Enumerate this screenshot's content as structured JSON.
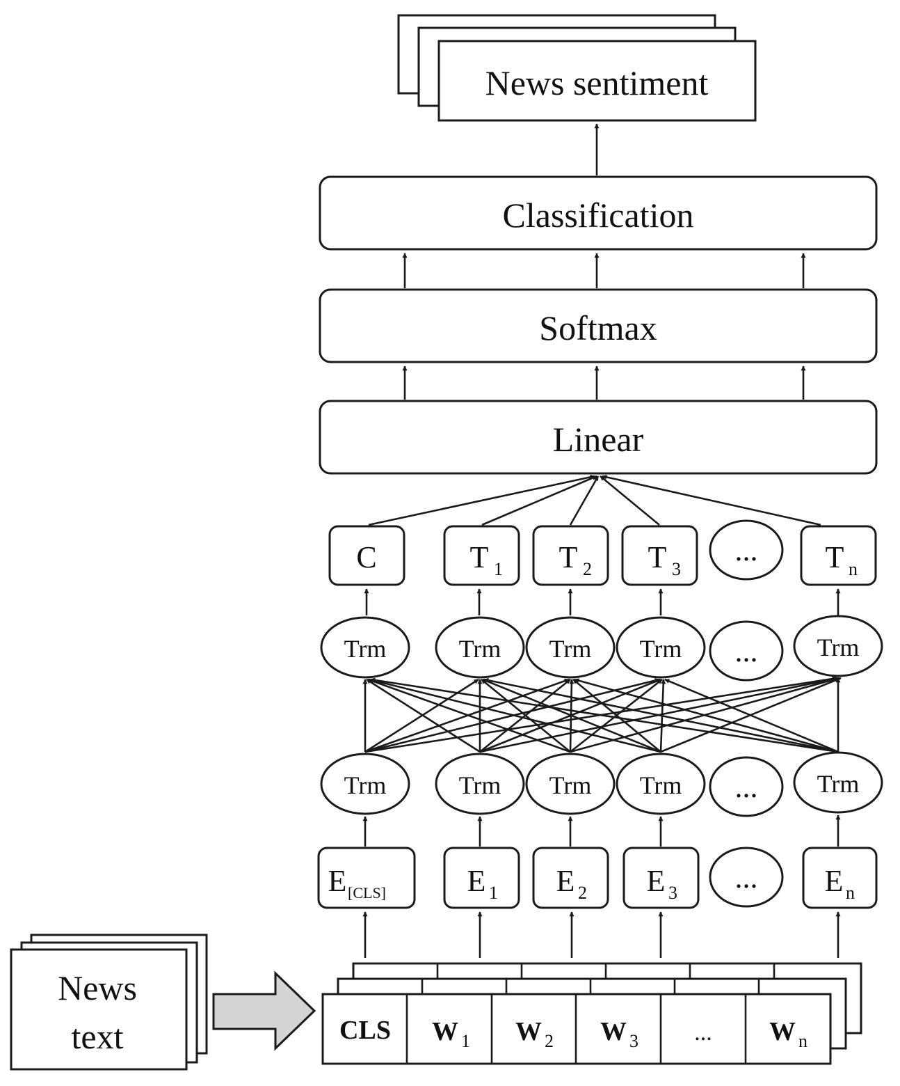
{
  "output": {
    "label": "News sentiment"
  },
  "layers": {
    "classification": "Classification",
    "softmax": "Softmax",
    "linear": "Linear"
  },
  "top_tokens": [
    {
      "base": "C",
      "sub": ""
    },
    {
      "base": "T",
      "sub": "1"
    },
    {
      "base": "T",
      "sub": "2"
    },
    {
      "base": "T",
      "sub": "3"
    },
    {
      "base": "...",
      "sub": ""
    },
    {
      "base": "T",
      "sub": "n"
    }
  ],
  "transformer_label": "Trm",
  "ellipsis": "...",
  "embeddings": [
    {
      "base": "E",
      "sub": "[CLS]"
    },
    {
      "base": "E",
      "sub": "1"
    },
    {
      "base": "E",
      "sub": "2"
    },
    {
      "base": "E",
      "sub": "3"
    },
    {
      "base": "...",
      "sub": ""
    },
    {
      "base": "E",
      "sub": "n"
    }
  ],
  "input_tokens": [
    {
      "base": "CLS",
      "sub": ""
    },
    {
      "base": "W",
      "sub": "1"
    },
    {
      "base": "W",
      "sub": "2"
    },
    {
      "base": "W",
      "sub": "3"
    },
    {
      "base": "...",
      "sub": ""
    },
    {
      "base": "W",
      "sub": "n"
    }
  ],
  "input": {
    "line1": "News",
    "line2": "text"
  },
  "colors": {
    "stroke": "#1a1a1a",
    "arrow_fill": "#d4d4d4",
    "background": "#ffffff"
  }
}
